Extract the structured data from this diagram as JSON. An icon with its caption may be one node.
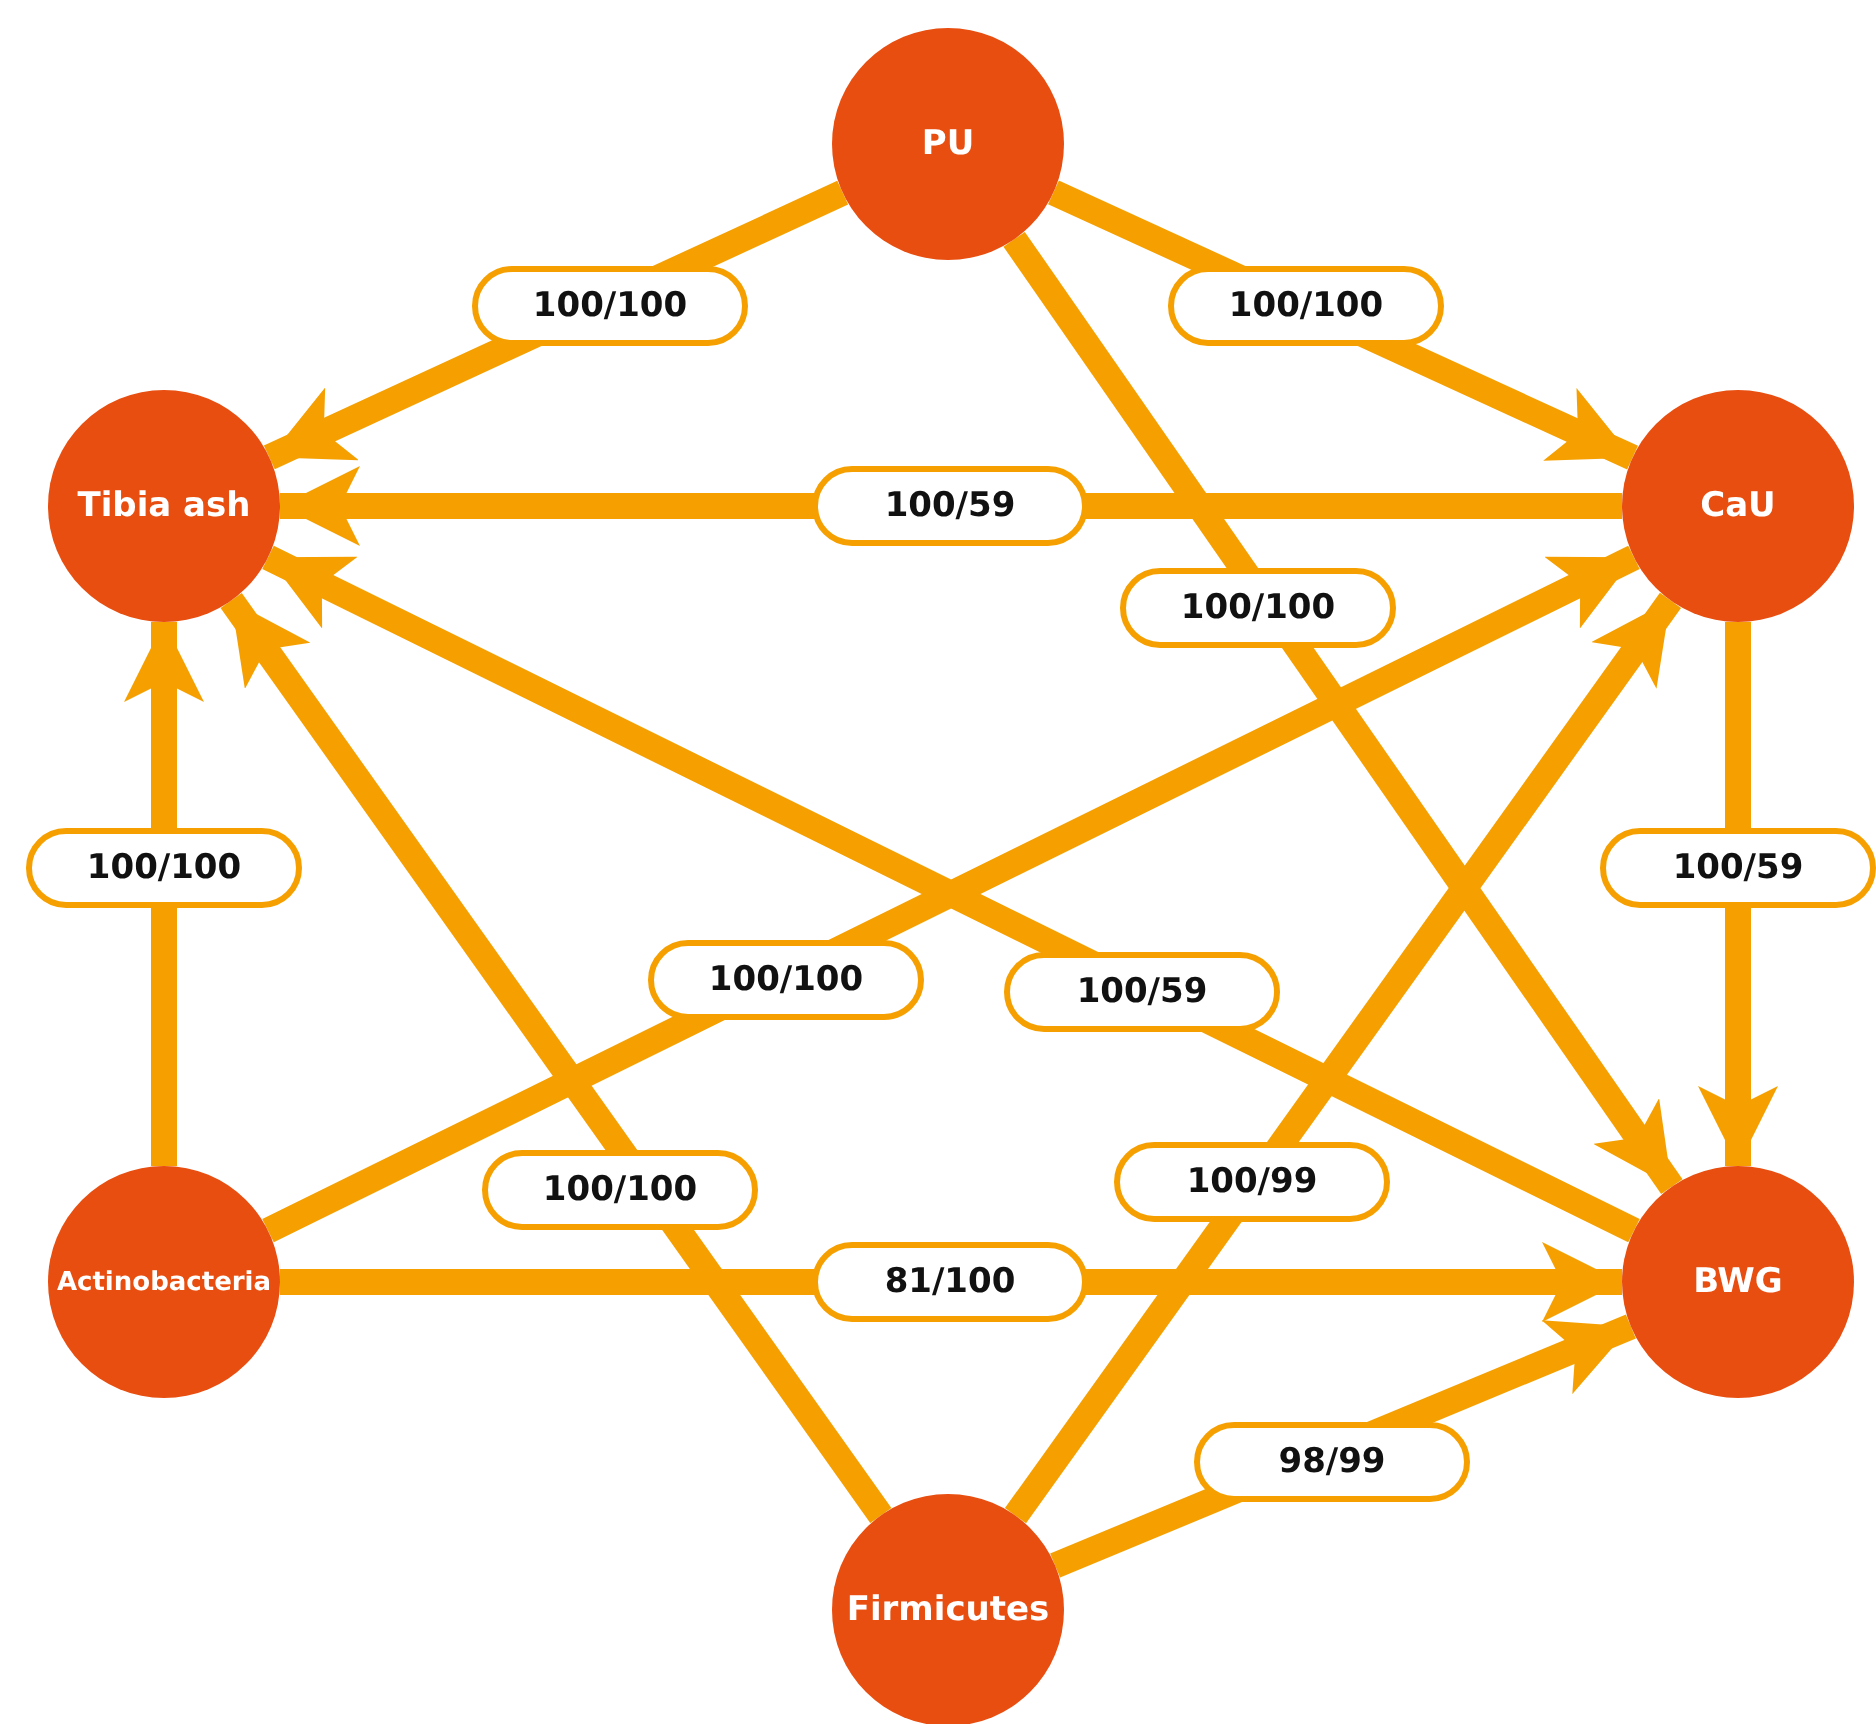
{
  "diagram": {
    "nodes": [
      {
        "text": [
          "PU"
        ]
      },
      {
        "text": [
          "Tibia ash"
        ]
      },
      {
        "text": [
          "CaU"
        ]
      },
      {
        "text": [
          "Actinobacteria"
        ]
      },
      {
        "text": [
          "BWG"
        ]
      },
      {
        "text": [
          "Firmicutes"
        ]
      }
    ],
    "edges": [
      {
        "from": 0,
        "to": 1,
        "arrow": "to",
        "label": "100/100"
      },
      {
        "from": 0,
        "to": 2,
        "arrow": "to",
        "label": "100/100"
      },
      {
        "from": 2,
        "to": 1,
        "arrow": "to",
        "label": "100/59"
      },
      {
        "from": 0,
        "to": 4,
        "arrow": "to",
        "label": "100/100"
      },
      {
        "from": 3,
        "to": 1,
        "arrow": "to",
        "label": "100/100"
      },
      {
        "from": 3,
        "to": 2,
        "arrow": "to",
        "label": "100/100"
      },
      {
        "from": 4,
        "to": 1,
        "arrow": "to",
        "label": "100/59"
      },
      {
        "from": 2,
        "to": 4,
        "arrow": "to",
        "label": "100/59"
      },
      {
        "from": 5,
        "to": 1,
        "arrow": "to",
        "label": "100/100"
      },
      {
        "from": 5,
        "to": 2,
        "arrow": "to",
        "label": "100/99"
      },
      {
        "from": 3,
        "to": 4,
        "arrow": "to",
        "label": "81/100"
      },
      {
        "from": 5,
        "to": 4,
        "arrow": "to",
        "label": "98/99"
      }
    ]
  }
}
